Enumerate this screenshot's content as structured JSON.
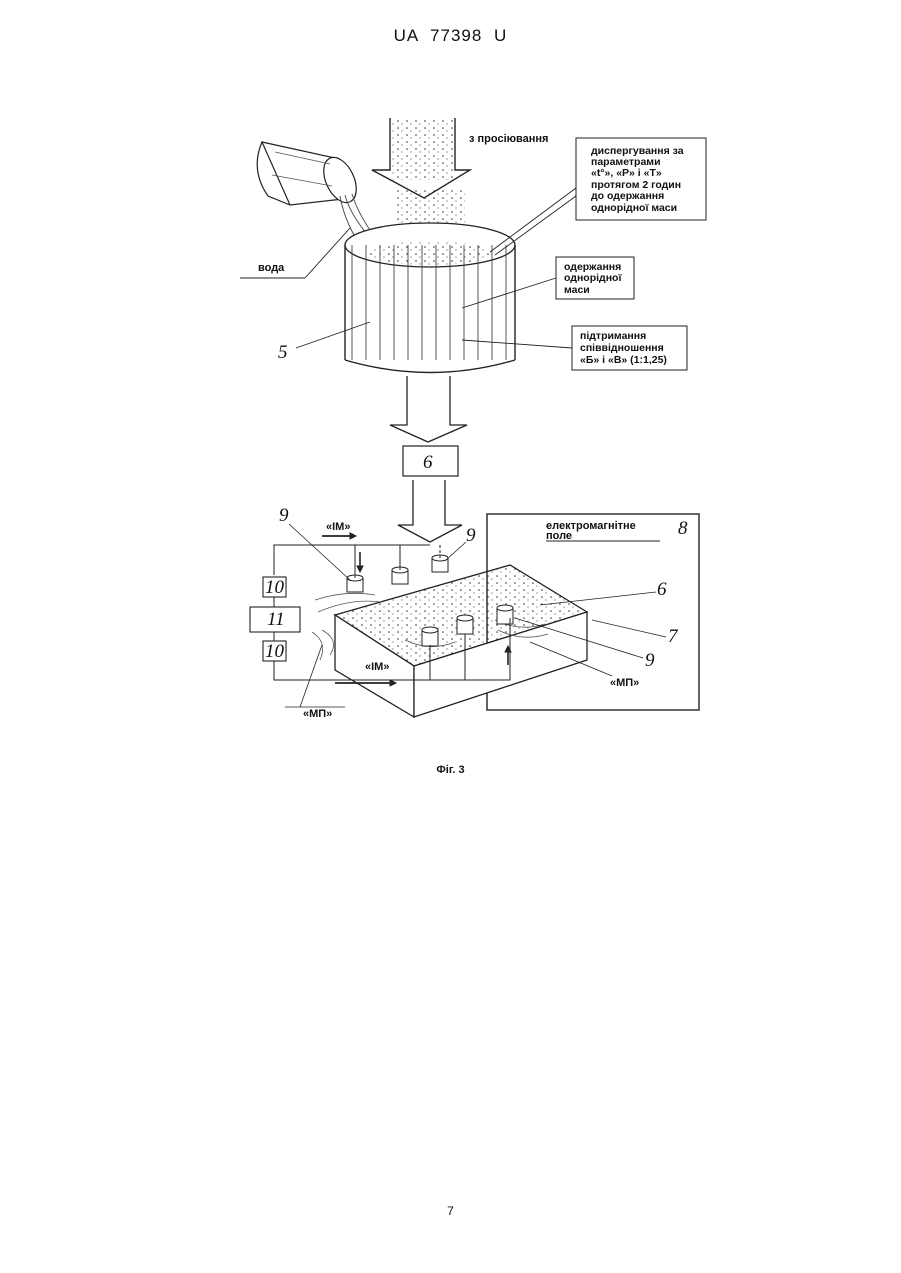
{
  "header": {
    "doc_id": "UA   77398   U"
  },
  "figure": {
    "labels": {
      "sifting": "з просіювання",
      "water": "вода",
      "dispersion": [
        "диспергування за",
        "параметрами",
        "«t°», «P» і «T»",
        "протягом 2 годин",
        "до одержання",
        "однорідної маси"
      ],
      "homogeneous": [
        "одержання",
        "однорідної",
        "маси"
      ],
      "ratio": [
        "підтримання",
        "співвідношення",
        "«Б» і «В» (1:1,25)"
      ],
      "em_field": [
        "електромагнітне",
        "поле"
      ],
      "im_top": "«ІМ»",
      "im_bottom": "«ІМ»",
      "mp_right": "«МП»",
      "mp_left": "«МП»"
    },
    "numbers": {
      "n5": "5",
      "n6_box": "6",
      "n6_tray": "6",
      "n7": "7",
      "n8": "8",
      "n9_left": "9",
      "n9_top": "9",
      "n9_right": "9",
      "n10_top": "10",
      "n11": "11",
      "n10_bottom": "10"
    }
  },
  "caption": "Фіг. 3",
  "page_number": "7"
}
